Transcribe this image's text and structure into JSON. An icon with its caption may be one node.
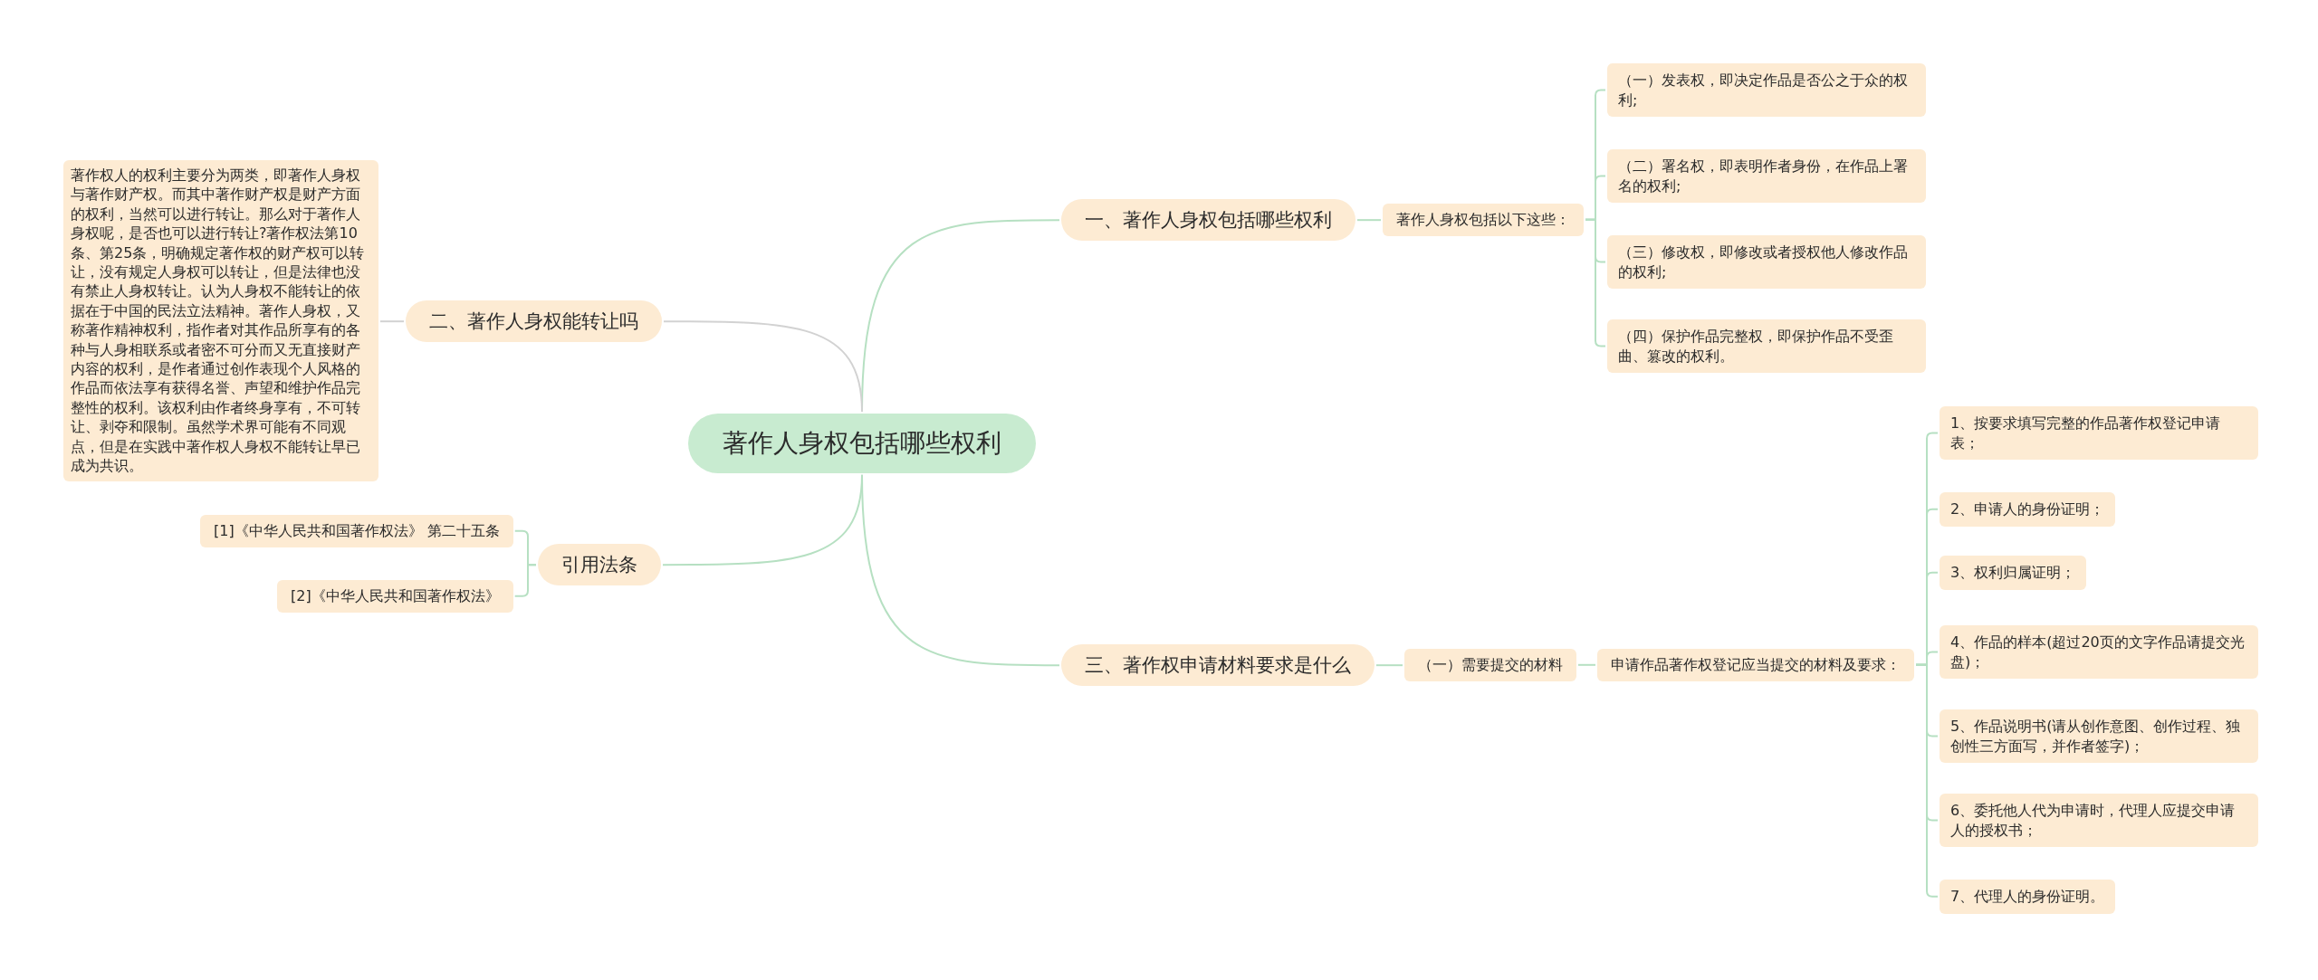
{
  "diagram": {
    "nodes": [
      {
        "text": [
          "著作人身权包括哪些权利"
        ]
      },
      {
        "text": [
          "一、著作人身权包括哪些权利"
        ]
      },
      {
        "text": [
          "著作人身权包括以下这些："
        ]
      },
      {
        "text": [
          "（一）发表权，即决定作品是否公之于众的权利;"
        ]
      },
      {
        "text": [
          "（二）署名权，即表明作者身份，在作品上署名的权利;"
        ]
      },
      {
        "text": [
          "（三）修改权，即修改或者授权他人修改作品的权利;"
        ]
      },
      {
        "text": [
          "（四）保护作品完整权，即保护作品不受歪曲、篡改的权利。"
        ]
      },
      {
        "text": [
          "二、著作人身权能转让吗"
        ]
      },
      {
        "text": [
          "著作权人的权利主要分为两类，即著作人身权与著作财产权。而其中著作财产权是财产方面的权利，当然可以进行转让。那么对于著作人身权呢，是否也可以进行转让?著作权法第10条、第25条，明确规定著作权的财产权可以转让，没有规定人身权可以转让，但是法律也没有禁止人身权转让。认为人身权不能转让的依据在于中国的民法立法精神。著作人身权，又称著作精神权利，指作者对其作品所享有的各种与人身相联系或者密不可分而又无直接财产内容的权利，是作者通过创作表现个人风格的作品而依法享有获得名誉、声望和维护作品完整性的权利。该权利由作者终身享有，不可转让、剥夺和限制。虽然学术界可能有不同观点，但是在实践中著作权人身权不能转让早已成为共识。"
        ]
      },
      {
        "text": [
          "引用法条"
        ]
      },
      {
        "text": [
          "[1]《中华人民共和国著作权法》 第二十五条"
        ]
      },
      {
        "text": [
          "[2]《中华人民共和国著作权法》"
        ]
      },
      {
        "text": [
          "三、著作权申请材料要求是什么"
        ]
      },
      {
        "text": [
          "（一）需要提交的材料"
        ]
      },
      {
        "text": [
          "申请作品著作权登记应当提交的材料及要求："
        ]
      },
      {
        "text": [
          "1、按要求填写完整的作品著作权登记申请表；"
        ]
      },
      {
        "text": [
          "2、申请人的身份证明；"
        ]
      },
      {
        "text": [
          "3、权利归属证明；"
        ]
      },
      {
        "text": [
          "4、作品的样本(超过20页的文字作品请提交光盘)；"
        ]
      },
      {
        "text": [
          "5、作品说明书(请从创作意图、创作过程、独创性三方面写，并作者签字)；"
        ]
      },
      {
        "text": [
          "6、委托他人代为申请时，代理人应提交申请人的授权书；"
        ]
      },
      {
        "text": [
          "7、代理人的身份证明。"
        ]
      }
    ],
    "edges": [
      {
        "from": 0,
        "to": 1,
        "arrow": "none"
      },
      {
        "from": 1,
        "to": 2,
        "arrow": "none"
      },
      {
        "from": 2,
        "to": 3,
        "arrow": "none"
      },
      {
        "from": 2,
        "to": 4,
        "arrow": "none"
      },
      {
        "from": 2,
        "to": 5,
        "arrow": "none"
      },
      {
        "from": 2,
        "to": 6,
        "arrow": "none"
      },
      {
        "from": 0,
        "to": 7,
        "arrow": "none",
        "color": "#d2d2d2"
      },
      {
        "from": 7,
        "to": 8,
        "arrow": "none",
        "color": "#d2d2d2"
      },
      {
        "from": 0,
        "to": 9,
        "arrow": "none"
      },
      {
        "from": 9,
        "to": 10,
        "arrow": "none"
      },
      {
        "from": 9,
        "to": 11,
        "arrow": "none"
      },
      {
        "from": 0,
        "to": 12,
        "arrow": "none"
      },
      {
        "from": 12,
        "to": 13,
        "arrow": "none"
      },
      {
        "from": 13,
        "to": 14,
        "arrow": "none"
      },
      {
        "from": 14,
        "to": 15,
        "arrow": "none"
      },
      {
        "from": 14,
        "to": 16,
        "arrow": "none"
      },
      {
        "from": 14,
        "to": 17,
        "arrow": "none"
      },
      {
        "from": 14,
        "to": 18,
        "arrow": "none"
      },
      {
        "from": 14,
        "to": 19,
        "arrow": "none"
      },
      {
        "from": 14,
        "to": 20,
        "arrow": "none"
      },
      {
        "from": 14,
        "to": 21,
        "arrow": "none"
      }
    ]
  }
}
